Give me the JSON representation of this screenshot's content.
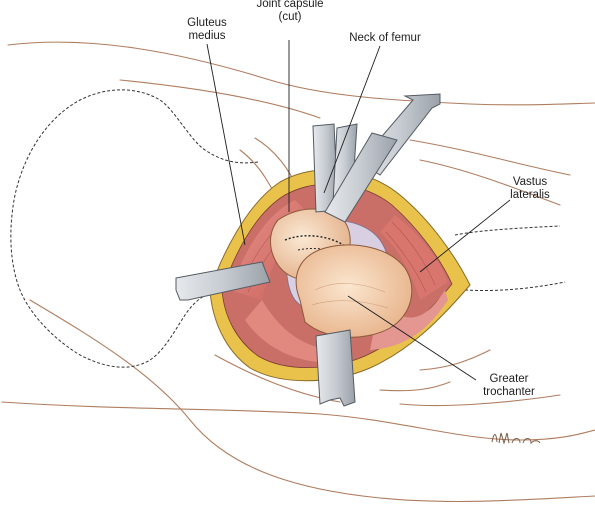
{
  "figure": {
    "labels": {
      "gluteus_medius": [
        "Gluteus",
        "medius"
      ],
      "joint_capsule": [
        "Joint capsule",
        "(cut)"
      ],
      "neck_of_femur": "Neck of femur",
      "vastus_lateralis": [
        "Vastus",
        "lateralis"
      ],
      "greater_trochanter": [
        "Greater",
        "trochanter"
      ]
    },
    "colors": {
      "outline": "#b07d5f",
      "fat": "#e8c24a",
      "muscle": "#d97f78",
      "bone": "#f2cfae",
      "capsule": "#d9cfe3",
      "retractor": "#c9ced4",
      "leader": "#1e1e1e"
    },
    "icons": [
      "retractor-icon",
      "signature-mark"
    ]
  }
}
